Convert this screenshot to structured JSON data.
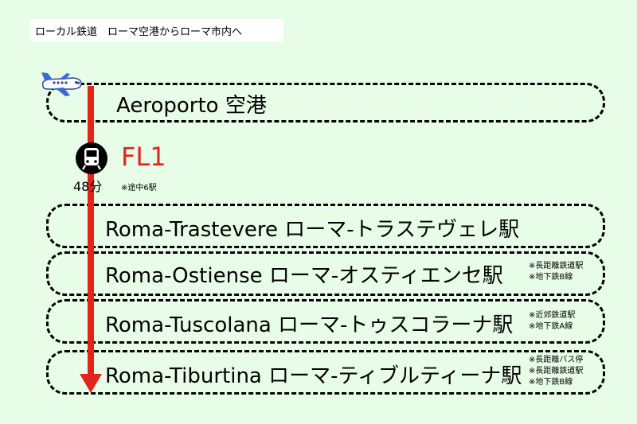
{
  "header": {
    "title": "ローカル鉄道　ローマ空港からローマ市内へ"
  },
  "route": {
    "line_name": "FL1",
    "duration": "48分",
    "stops_note": "※途中6駅",
    "line_color": "#e3241c",
    "icons": {
      "origin": "airplane-icon",
      "train": "train-icon"
    }
  },
  "stations": [
    {
      "name": "Aeroporto 空港",
      "notes": []
    },
    {
      "name": "Roma-Trastevere  ローマ-トラステヴェレ駅",
      "notes": []
    },
    {
      "name": "Roma-Ostiense  ローマ-オスティエンセ駅",
      "notes": [
        "※長距離鉄道駅",
        "※地下鉄B線"
      ]
    },
    {
      "name": "Roma-Tuscolana  ローマ-トゥスコラーナ駅",
      "notes": [
        "※近郊鉄道駅",
        "※地下鉄A線"
      ]
    },
    {
      "name": "Roma-Tiburtina  ローマ-ティブルティーナ駅",
      "notes": [
        "※長距離バス停",
        "※長距離鉄道駅",
        "※地下鉄B線"
      ]
    }
  ]
}
